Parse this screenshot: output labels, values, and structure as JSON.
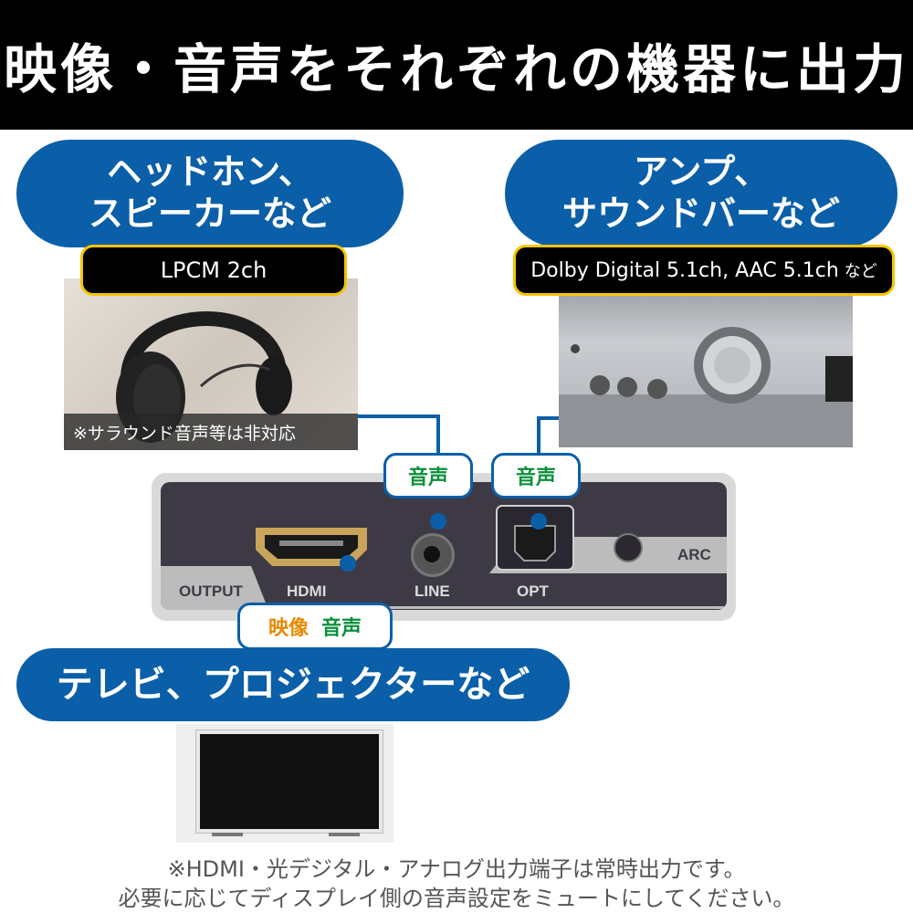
{
  "header": {
    "title": "映像・音声をそれぞれの機器に出力"
  },
  "headphones": {
    "pill_line1": "ヘッドホン、",
    "pill_line2": "スピーカーなど",
    "format": "LPCM 2ch",
    "note": "※サラウンド音声等は非対応"
  },
  "amplifier": {
    "pill_line1": "アンプ、",
    "pill_line2": "サウンドバーなど",
    "format": "Dolby Digital 5.1ch, AAC 5.1ch",
    "format_suffix": "など"
  },
  "device": {
    "output_label": "OUTPUT",
    "hdmi_label": "HDMI",
    "line_label": "LINE",
    "opt_label": "OPT",
    "arc_label": "ARC"
  },
  "tags": {
    "line_audio": "音声",
    "opt_audio": "音声",
    "hdmi_video": "映像",
    "hdmi_audio": "音声"
  },
  "display": {
    "pill": "テレビ、プロジェクターなど"
  },
  "footnotes": {
    "line1": "※HDMI・光デジタル・アナログ出力端子は常時出力です。",
    "line2": "必要に応じてディスプレイ側の音声設定をミュートにしてください。"
  },
  "colors": {
    "pill_blue": "#0b5fa8",
    "format_border": "#f5c400",
    "audio_tag_text": "#0a8f3a",
    "video_tag_text": "#e88a00"
  }
}
